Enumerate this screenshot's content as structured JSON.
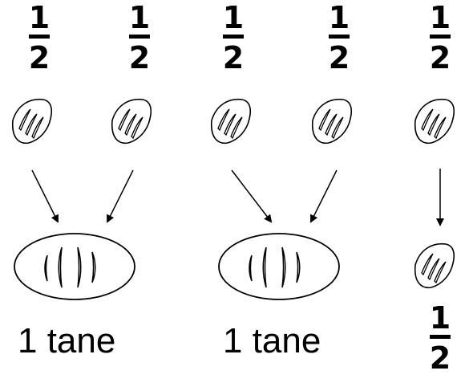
{
  "fractions": {
    "top": [
      {
        "numerator": "1",
        "denominator": "2"
      },
      {
        "numerator": "1",
        "denominator": "2"
      },
      {
        "numerator": "1",
        "denominator": "2"
      },
      {
        "numerator": "1",
        "denominator": "2"
      },
      {
        "numerator": "1",
        "denominator": "2"
      }
    ],
    "result": {
      "numerator": "1",
      "denominator": "2"
    }
  },
  "labels": {
    "group1": "1 tane",
    "group2": "1 tane"
  }
}
